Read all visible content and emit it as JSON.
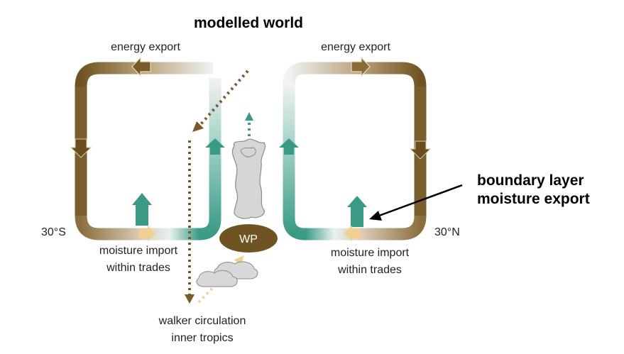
{
  "title": "modelled world",
  "left_cell": {
    "top_label": "energy export",
    "latitude": "30°S",
    "bottom_label_line1": "moisture import",
    "bottom_label_line2": "within trades"
  },
  "right_cell": {
    "top_label": "energy export",
    "latitude": "30°N",
    "bottom_label_line1": "moisture import",
    "bottom_label_line2": "within trades"
  },
  "callout": {
    "line1": "boundary layer",
    "line2": "moisture export"
  },
  "center": {
    "warm_pool_label": "WP",
    "walker_line1": "walker circulation",
    "walker_line2": "inner tropics"
  },
  "colors": {
    "brown": "#6e5422",
    "teal": "#3a9a86",
    "light_orange": "#f2cf92",
    "cloud_gray": "#d8d8d8"
  }
}
